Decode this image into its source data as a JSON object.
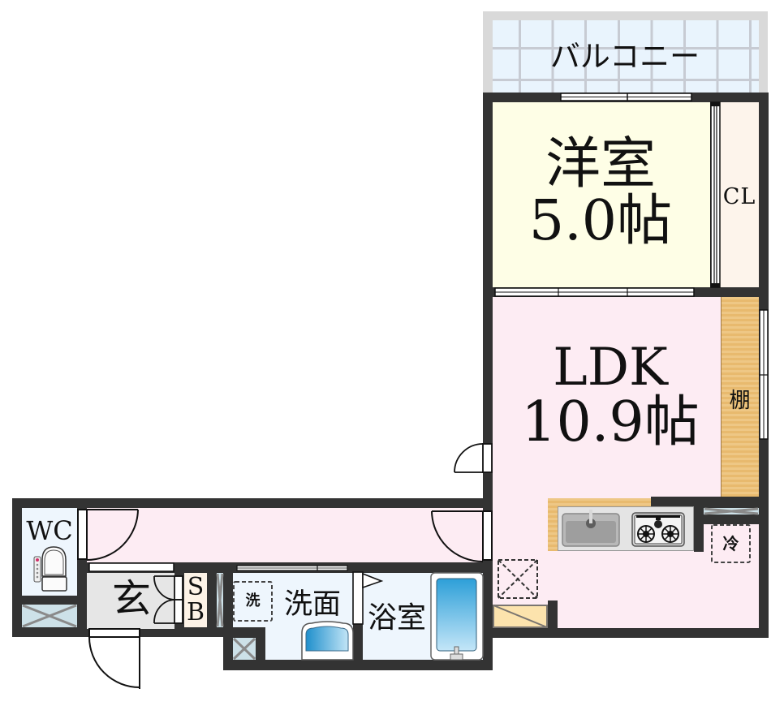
{
  "plan": {
    "balcony": {
      "label": "バルコニー"
    },
    "western_room": {
      "name": "洋室",
      "size": "5.0帖"
    },
    "closet": {
      "label": "CL"
    },
    "ldk": {
      "name": "LDK",
      "size": "10.9帖"
    },
    "shelf": {
      "label": "棚"
    },
    "refrigerator": {
      "label": "冷"
    },
    "wc": {
      "label": "WC"
    },
    "entrance": {
      "label": "玄"
    },
    "shoe_box": {
      "label_top": "S",
      "label_bottom": "B"
    },
    "washroom": {
      "label": "洗面",
      "washer_label": "洗"
    },
    "bathroom": {
      "label": "浴室"
    }
  },
  "colors": {
    "wall": "#333333",
    "ldk_floor": "#fdecf3",
    "western_room_floor": "#fefee6",
    "closet_floor": "#fdf4eb",
    "wet_area_floor": "#eef6fd",
    "entrance_floor": "#e6e6e6",
    "shoe_box_floor": "#fdf3e7",
    "balcony_floor": "#e9f4fd",
    "balcony_edge": "#d9d9d9",
    "wood": "#ecbf74",
    "hatch_fill": "#cde1e8",
    "bath_blue": "#2d9fd8"
  }
}
